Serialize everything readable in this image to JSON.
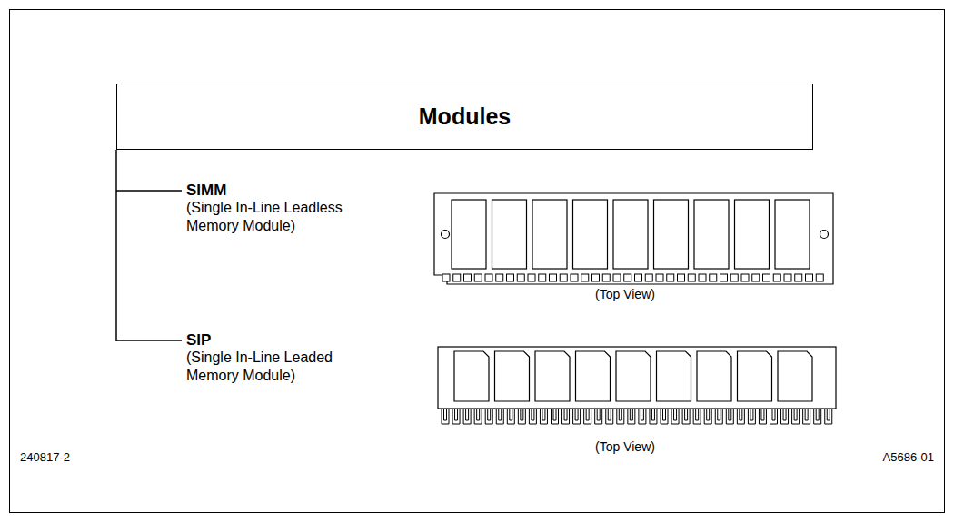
{
  "diagram": {
    "nodes": [
      {
        "text": [
          "Modules"
        ]
      }
    ],
    "labels": [
      "SIMM",
      "(Single In-Line Leadless Memory Module)",
      "(Top View)",
      "SIP",
      "(Single In-Line Leaded Memory Module)",
      "(Top View)",
      "240817-2",
      "A5686-01"
    ]
  }
}
